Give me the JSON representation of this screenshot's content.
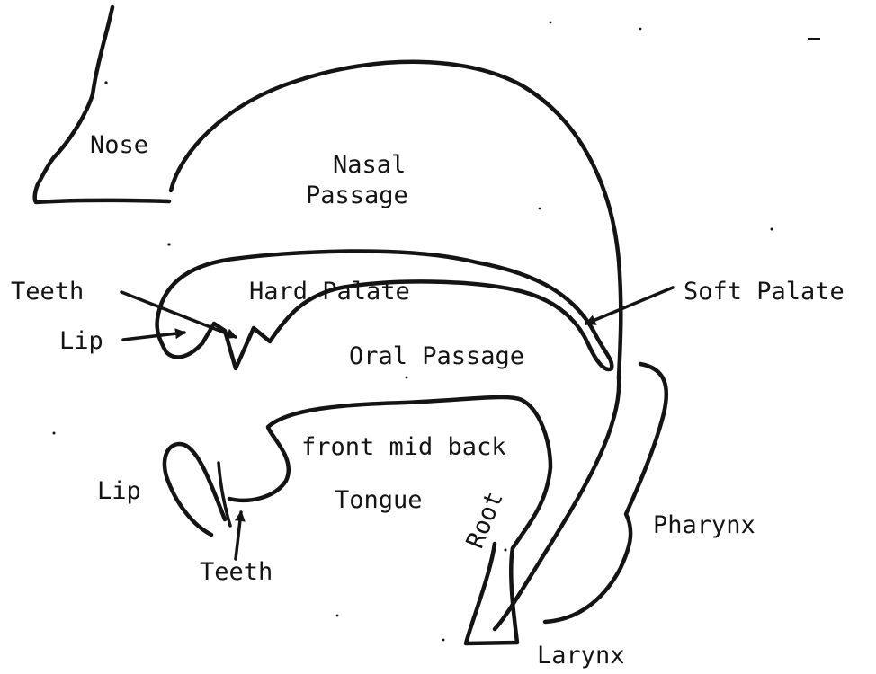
{
  "labels": {
    "nose": "Nose",
    "nasal_1": "Nasal",
    "nasal_2": "Passage",
    "teeth_upper": "Teeth",
    "hard_palate": "Hard Palate",
    "soft_palate": "Soft Palate",
    "lip_upper": "Lip",
    "oral_passage": "Oral Passage",
    "tongue_positions": "front mid back",
    "tongue": "Tongue",
    "root": "Root",
    "lip_lower": "Lip",
    "teeth_lower": "Teeth",
    "pharynx": "Pharynx",
    "larynx": "Larynx"
  }
}
